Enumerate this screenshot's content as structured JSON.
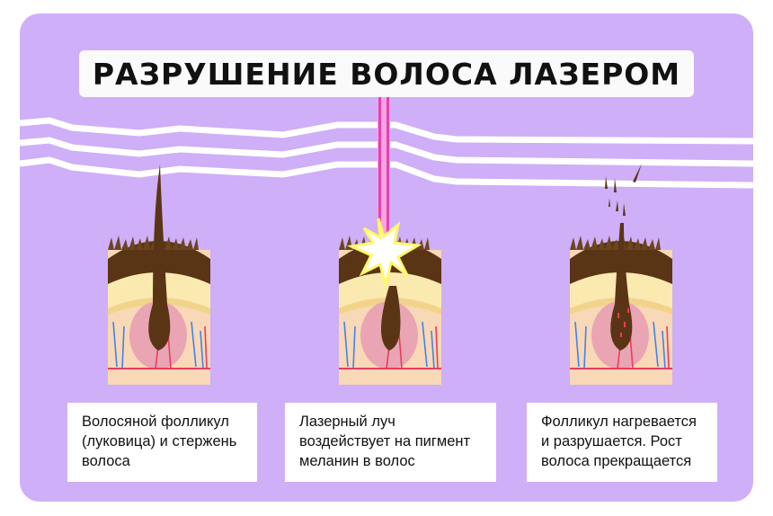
{
  "title": "РАЗРУШЕНИЕ ВОЛОСА ЛАЗЕРОМ",
  "steps": [
    {
      "caption": "Волосяной фолликул (луковица) и стержень волоса",
      "icon": "hair-follicle-illustration"
    },
    {
      "caption": "Лазерный луч воздействует на пигмент меланин в волос",
      "icon": "laser-beam-follicle-illustration"
    },
    {
      "caption": "Фолликул нагревается и разрушается. Рост волоса прекращается",
      "icon": "destroyed-follicle-illustration"
    }
  ],
  "colors": {
    "background": "#cfaff7",
    "laser": "#e93fb4",
    "hair": "#5a3515",
    "flash": "#fff86a"
  }
}
